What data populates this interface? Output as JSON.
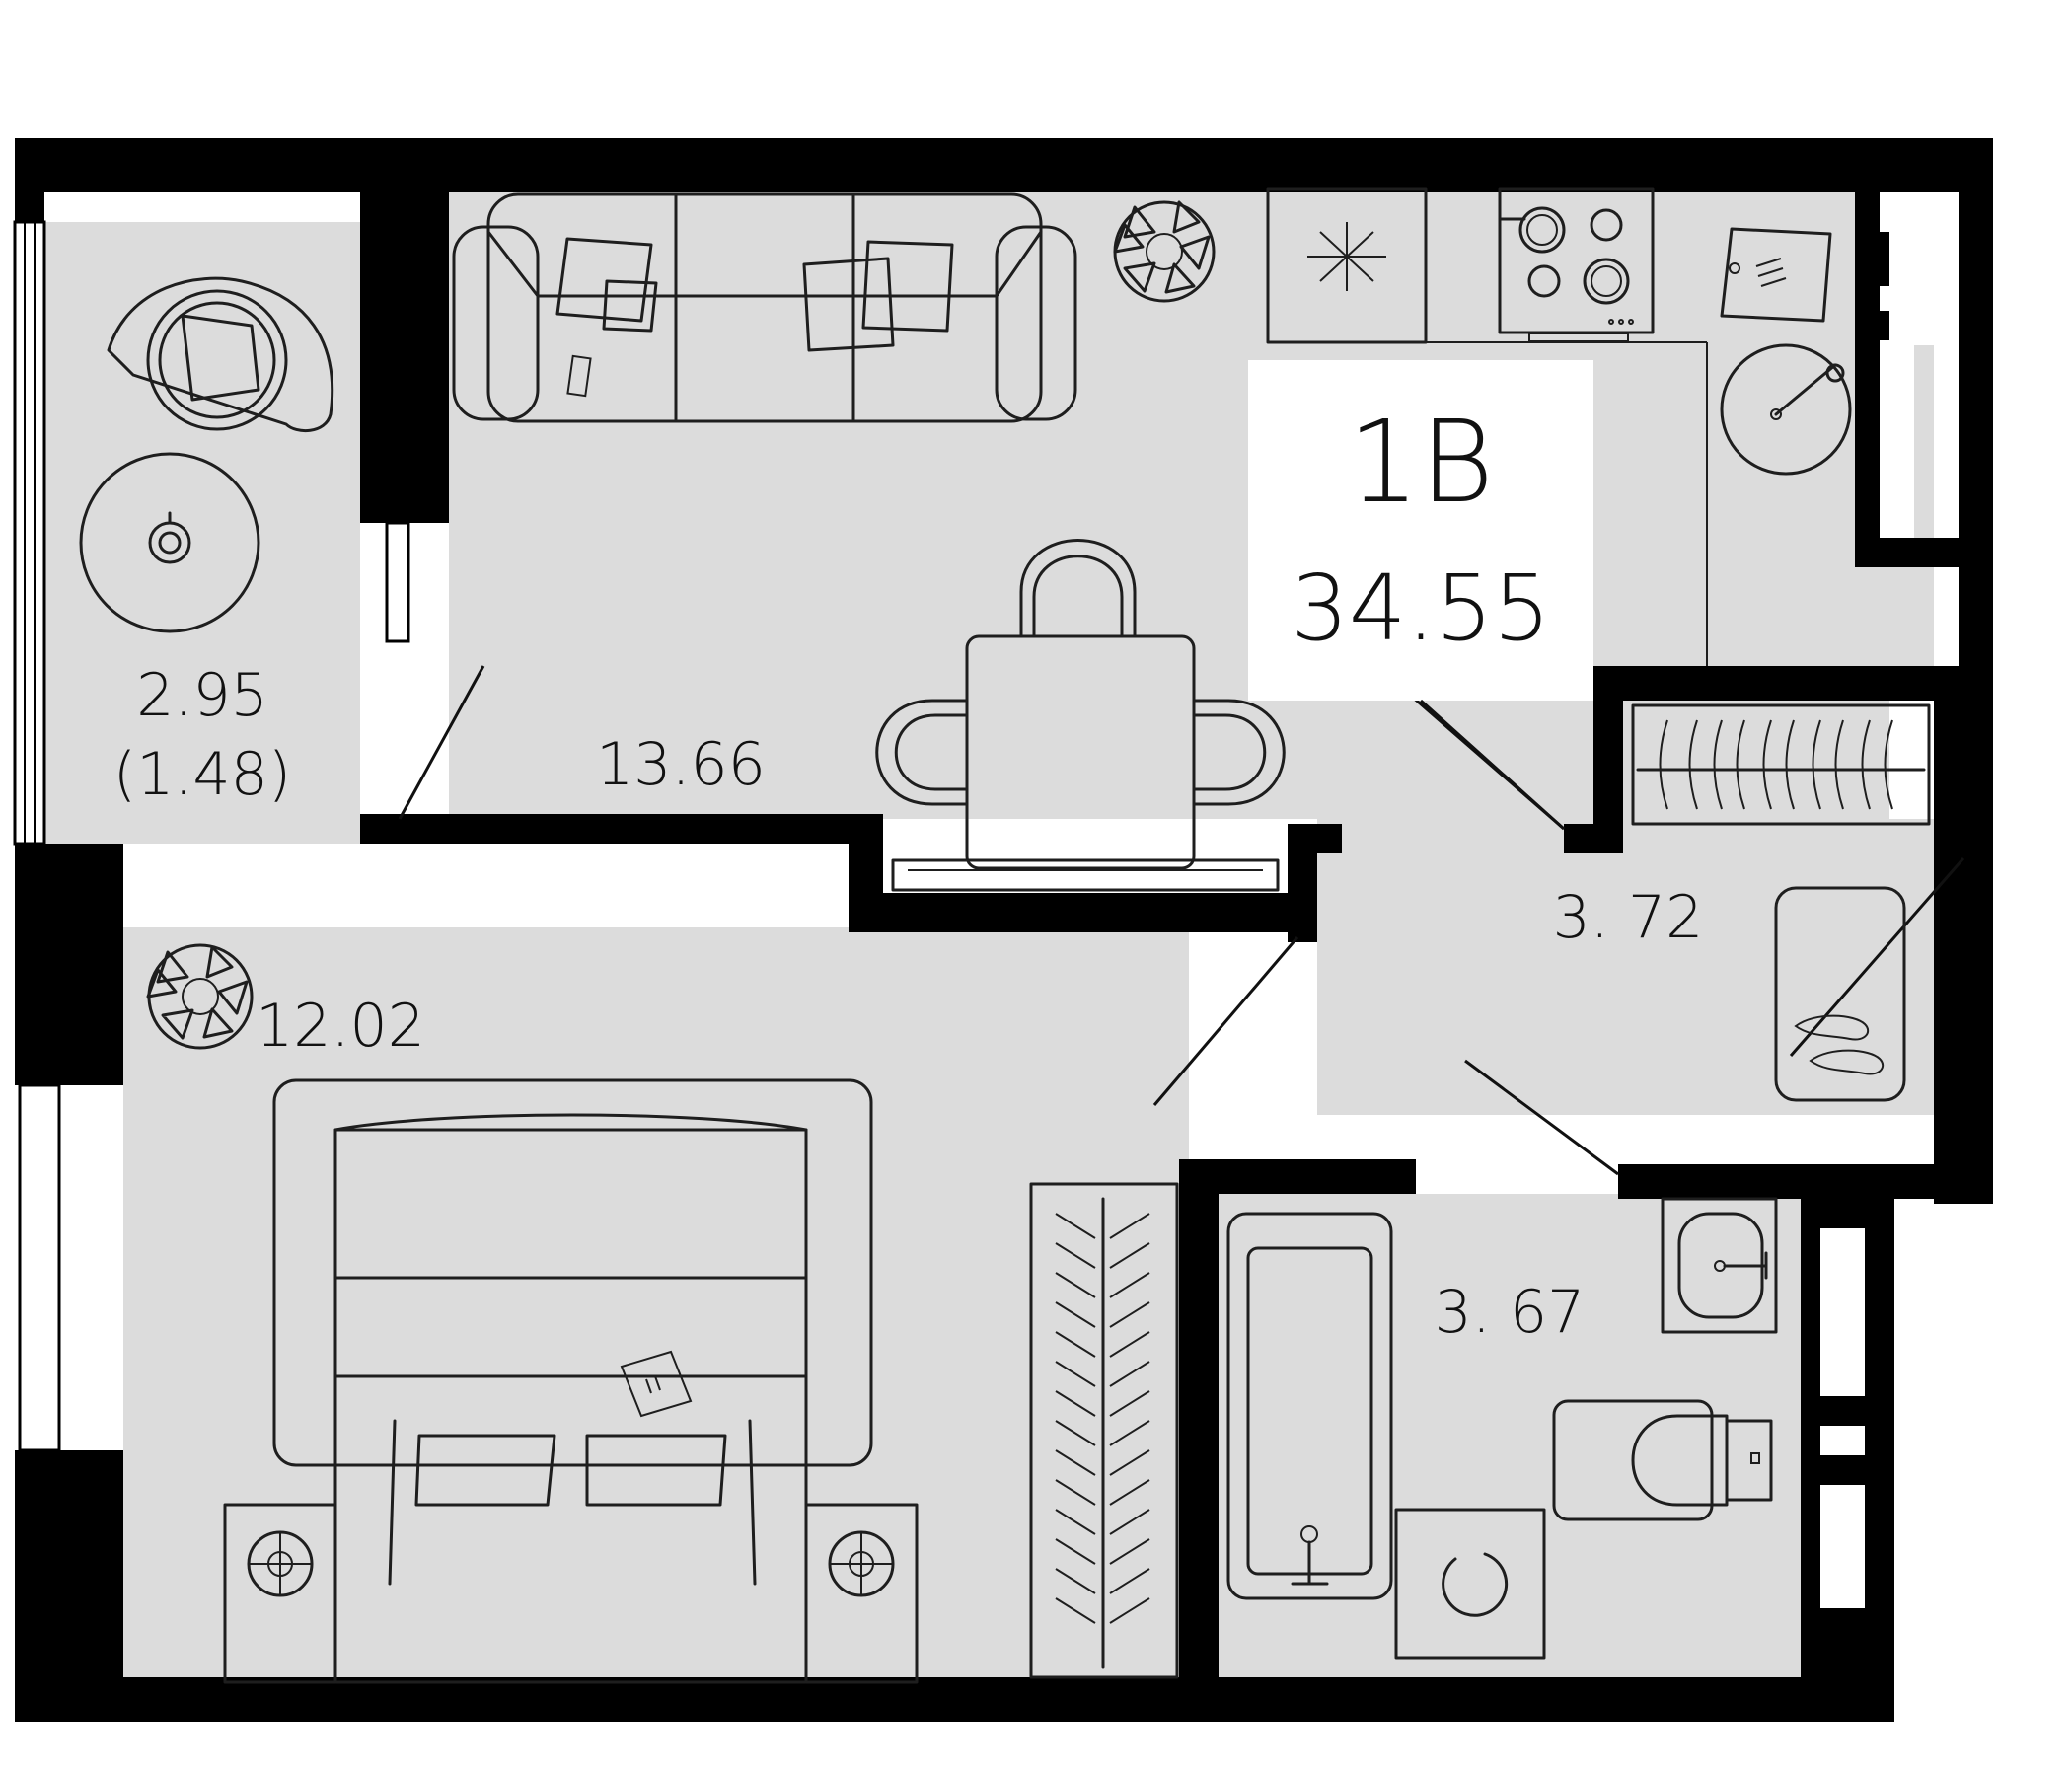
{
  "plan": {
    "apartment_code": "1В",
    "total_area": "34.55",
    "rooms": [
      {
        "id": "balcony",
        "area": "2.95",
        "reduced_area": "(1.48)"
      },
      {
        "id": "living_kitchen",
        "area": "13.66"
      },
      {
        "id": "hall",
        "area": "3. 72"
      },
      {
        "id": "bedroom",
        "area": "12.02"
      },
      {
        "id": "bathroom",
        "area": "3. 67"
      }
    ],
    "colors": {
      "wall": "#000000",
      "floor": "#dcdcdc",
      "label_bg": "#ffffff",
      "ink": "#1e1e1e"
    },
    "icons": [
      "armchair-icon",
      "side-table-icon",
      "sofa-icon",
      "plant-icon",
      "fridge-icon",
      "hob-icon",
      "sink-icon",
      "cutting-board-icon",
      "dining-table-icon",
      "chair-icon",
      "tv-stand-icon",
      "wardrobe-icon",
      "double-bed-icon",
      "nightstand-icon",
      "shoe-mat-icon",
      "bathtub-icon",
      "washing-machine-icon",
      "toilet-icon",
      "washbasin-icon",
      "window-icon",
      "door-icon"
    ]
  }
}
